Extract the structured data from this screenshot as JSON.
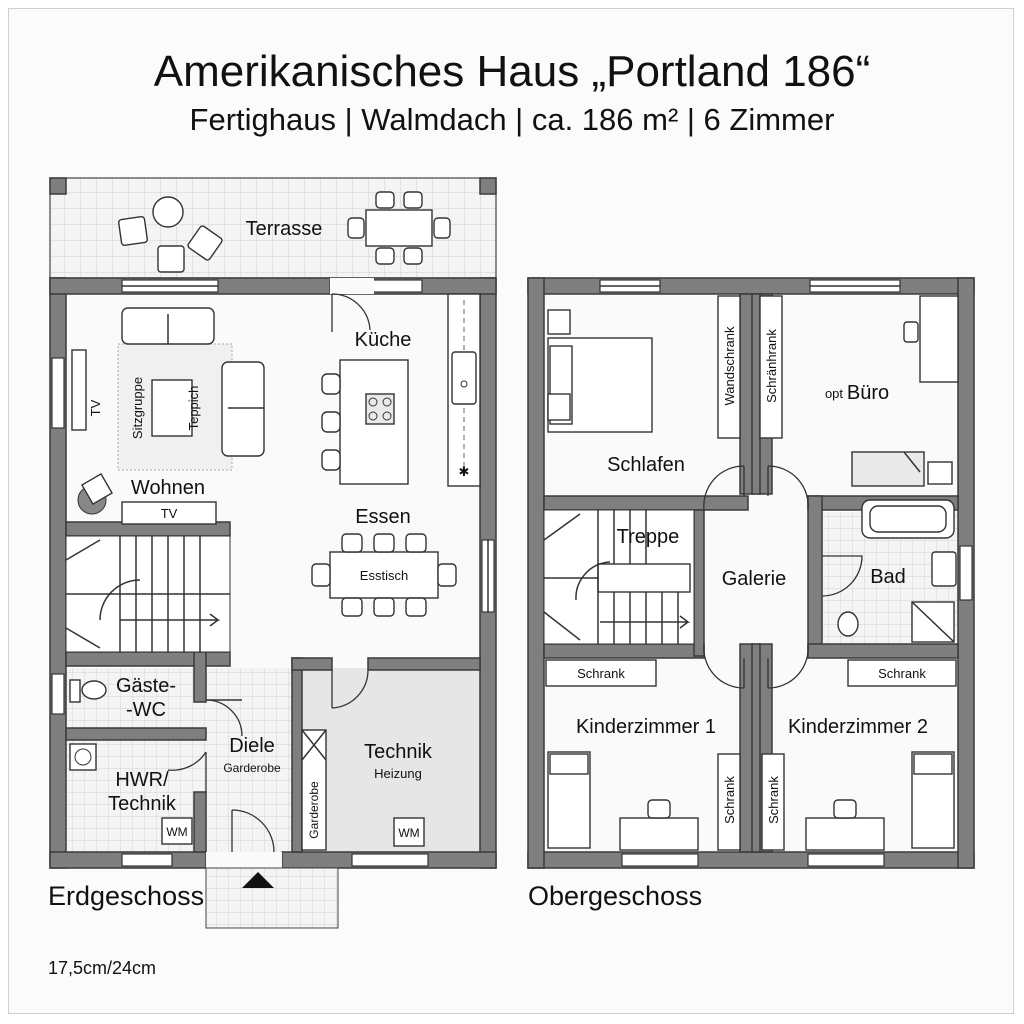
{
  "title": "Amerikanisches Haus „Portland 186“",
  "subtitle": "Fertighaus | Walmdach | ca. 186 m² | 6 Zimmer",
  "ground_floor": {
    "label": "Erdgeschoss",
    "rooms": {
      "terrasse": "Terrasse",
      "kueche": "Küche",
      "wohnen": "Wohnen",
      "essen": "Essen",
      "esstisch": "Esstisch",
      "sitzgruppe": "Sitzgruppe",
      "teppich": "Teppich",
      "tv_wall": "TV",
      "tv_board": "TV",
      "gaeste_wc_1": "Gäste-",
      "gaeste_wc_2": "-WC",
      "diele": "Diele",
      "garderobe": "Garderobe",
      "hwr_1": "HWR/",
      "hwr_2": "Technik",
      "wm_hwr": "WM",
      "technik": "Technik",
      "heizung": "Heizung",
      "wm_technik": "WM",
      "garderobe_vertical": "Garderobe"
    }
  },
  "upper_floor": {
    "label": "Obergeschoss",
    "rooms": {
      "schlafen": "Schlafen",
      "wandschrank": "Wandschrank",
      "schraenk": "Schränhrank",
      "buero": "Büro",
      "buero_prefix": "opt",
      "treppe": "Treppe",
      "galerie": "Galerie",
      "bad": "Bad",
      "schrank_left": "Schrank",
      "schrank_right": "Schrank",
      "kinder1": "Kinderzimmer 1",
      "kinder2": "Kinderzimmer 2",
      "schrank_k1": "Schrank",
      "schrank_k2": "Schrank"
    }
  },
  "scale_note": "17,5cm/24cm",
  "colors": {
    "wall": "#7f7f7f",
    "floor_tile": "#ececec",
    "technik_floor": "#e8e8e8",
    "background": "#fbfbfb"
  }
}
